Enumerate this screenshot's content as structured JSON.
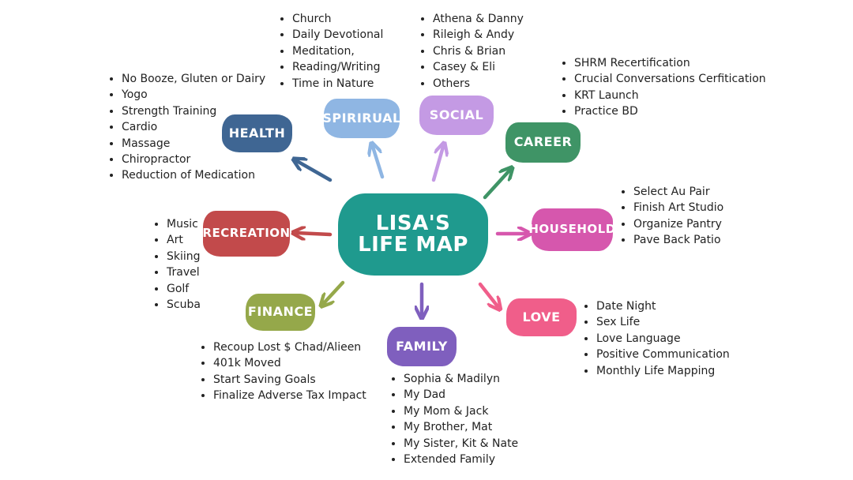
{
  "center": {
    "line1": "LISA'S",
    "line2": "LIFE MAP",
    "color": "#1f9a8e"
  },
  "topics": {
    "health": {
      "label": "HEALTH",
      "color": "#3f6693",
      "items": [
        "No Booze, Gluten or Dairy",
        "Yogo",
        "Strength Training",
        "Cardio",
        "Massage",
        "Chiropractor",
        "Reduction of Medication"
      ]
    },
    "spiritual": {
      "label": "SPIRIRUAL",
      "color": "#8fb6e3",
      "items": [
        "Church",
        "Daily Devotional",
        "Meditation,",
        "Reading/Writing",
        "Time in Nature"
      ]
    },
    "social": {
      "label": "SOCIAL",
      "color": "#c49ae4",
      "items": [
        "Athena & Danny",
        "Rileigh & Andy",
        "Chris & Brian",
        "Casey & Eli",
        "Others"
      ]
    },
    "career": {
      "label": "CAREER",
      "color": "#3f9466",
      "items": [
        "SHRM Recertification",
        "Crucial Conversations Cerfitication",
        "KRT Launch",
        "Practice BD"
      ]
    },
    "household": {
      "label": "HOUSEHOLD",
      "color": "#d657ad",
      "items": [
        "Select Au Pair",
        "Finish Art Studio",
        "Organize Pantry",
        "Pave Back Patio"
      ]
    },
    "love": {
      "label": "LOVE",
      "color": "#f05e8a",
      "items": [
        "Date Night",
        "Sex Life",
        "Love Language",
        "Positive Communication",
        "Monthly Life Mapping"
      ]
    },
    "family": {
      "label": "FAMILY",
      "color": "#7f5fbe",
      "items": [
        "Sophia & Madilyn",
        "My Dad",
        "My Mom & Jack",
        "My Brother, Mat",
        "My Sister, Kit & Nate",
        "Extended Family"
      ]
    },
    "finance": {
      "label": "FINANCE",
      "color": "#95a84a",
      "items": [
        "Recoup Lost $ Chad/Alieen",
        "401k Moved",
        "Start Saving Goals",
        "Finalize Adverse Tax Impact"
      ]
    },
    "recreation": {
      "label": "RECREATION",
      "color": "#c24a4b",
      "items": [
        "Music",
        "Art",
        "Skiing",
        "Travel",
        "Golf",
        "Scuba"
      ]
    }
  }
}
